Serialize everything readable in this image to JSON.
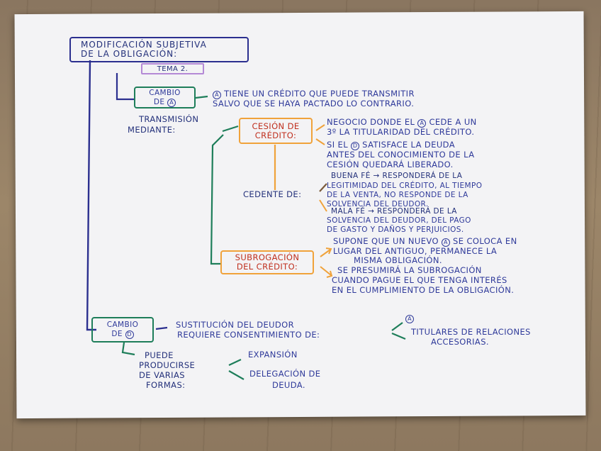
{
  "title": {
    "line1": "Modificación subjetiva",
    "line2": "de la obligación:"
  },
  "tema": "Tema 2.",
  "cambio_acreedor": {
    "box_line1": "Cambio",
    "box_line2_prefix": "de",
    "box_circle": "A",
    "desc_circle": "A",
    "desc_line1": "tiene un crédito que puede transmitir",
    "desc_line2": "salvo que se haya pactado lo contrario.",
    "transmision_line1": "Transmisión",
    "transmision_line2": "mediante:"
  },
  "cesion": {
    "box_line1": "Cesión de",
    "box_line2": "crédito:",
    "note1_line1": "Negocio donde el",
    "note1_circle": "A",
    "note1_line1b": "cede a un",
    "note1_line2": "3º la titularidad del crédito.",
    "note2_prefix": "Si el",
    "note2_circle": "D",
    "note2_line1b": "satisface la deuda",
    "note2_line2": "antes del conocimiento de la",
    "note2_line3": "cesión quedará liberado.",
    "cedente_label": "Cedente de:",
    "buena_line1": "Buena fé → responderá de la",
    "buena_line2": "legitimidad del crédito, al tiempo",
    "buena_line3": "de la venta, no responde de la",
    "buena_line4": "solvencia del deudor.",
    "mala_line1": "Mala fé → responderá de la",
    "mala_line2": "solvencia del deudor, del pago",
    "mala_line3": "de gasto y daños y perjuicios."
  },
  "subrogacion": {
    "box_line1": "Subrogación",
    "box_line2": "del crédito:",
    "note1_line1a": "Supone que un nuevo",
    "note1_circle": "A",
    "note1_line1b": "se coloca en",
    "note1_line2": "lugar del antiguo, permanece la",
    "note1_line3": "misma obligación.",
    "note2_line1": "Se presumirá la subrogación",
    "note2_line2": "cuando pague el que tenga interés",
    "note2_line3": "en el cumplimiento de la obligación."
  },
  "cambio_deudor": {
    "box_line1": "Cambio",
    "box_line2_prefix": "de",
    "box_circle": "D",
    "desc_line1": "Sustitución del deudor",
    "desc_line2": "requiere consentimiento de:",
    "branch_circle": "A",
    "branch_line1": "titulares de relaciones",
    "branch_line2": "accesorias.",
    "formas_line1": "Puede",
    "formas_line2": "producirse",
    "formas_line3": "de varias",
    "formas_line4": "formas:",
    "forma1": "Expansión",
    "forma2_line1": "Delegación de",
    "forma2_line2": "deuda."
  },
  "colors": {
    "title_border": "#2b2f8f",
    "tema_border": "#b489d6",
    "green": "#1e7e5a",
    "orange": "#f0a23a",
    "ink_blue": "#2f3a9a",
    "ink_red": "#c0301f"
  }
}
